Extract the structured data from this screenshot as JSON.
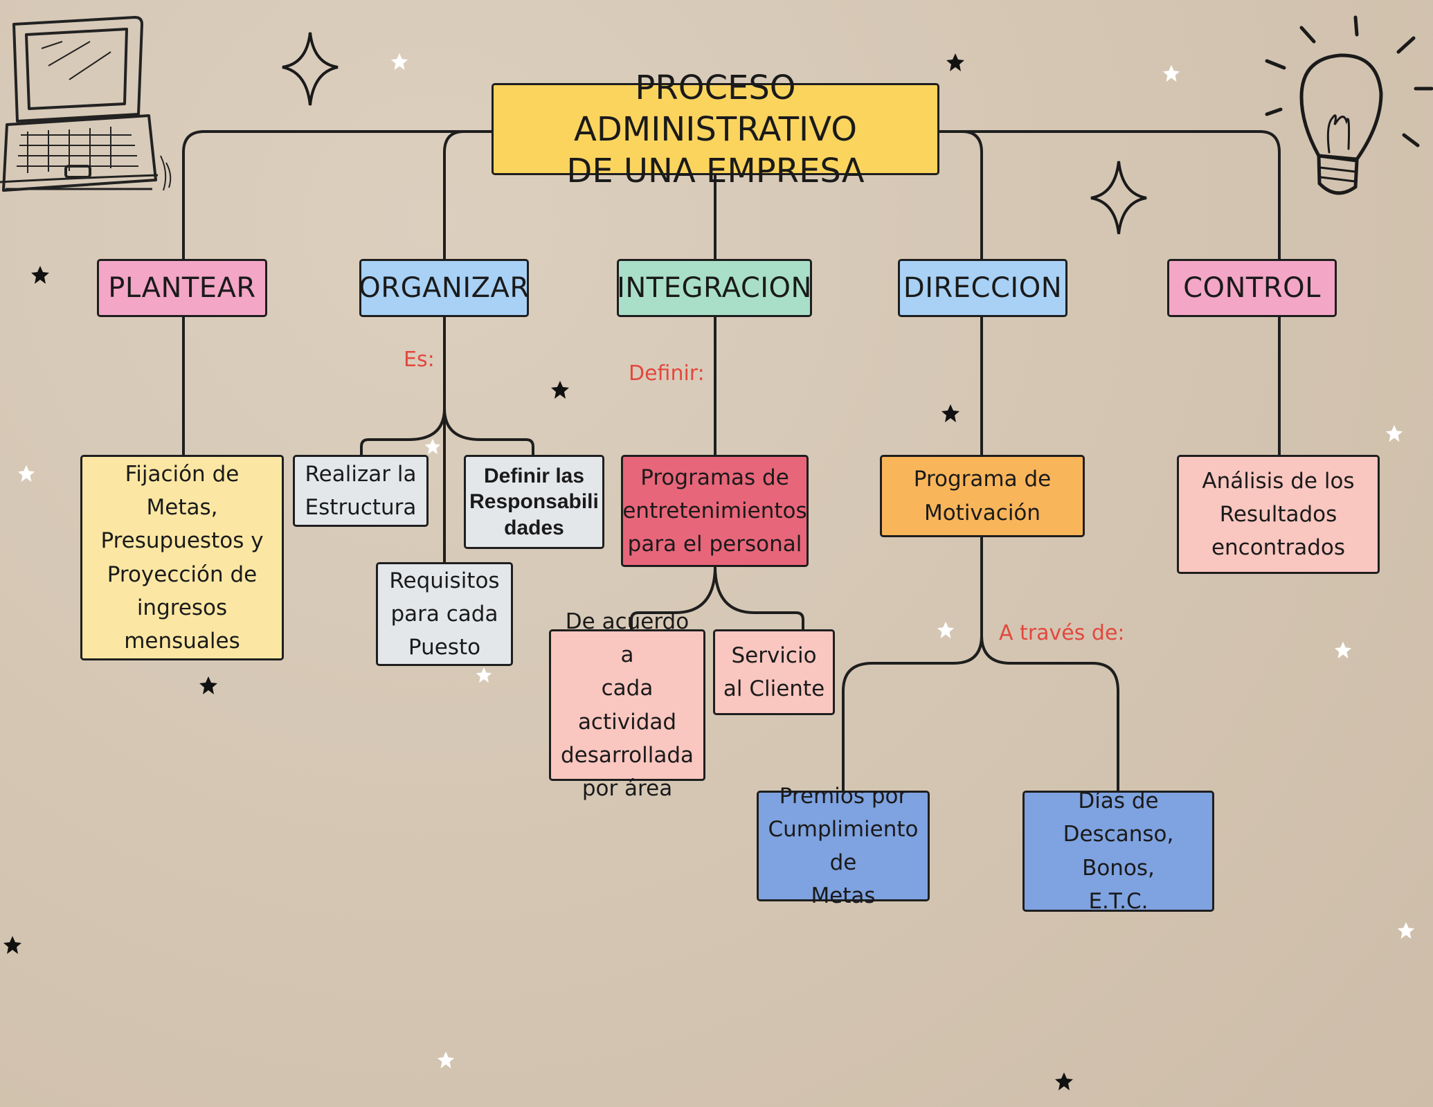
{
  "title": "PROCESO ADMINISTRATIVO\nDE UNA EMPRESA",
  "categories": [
    {
      "label": "PLANTEAR",
      "color": "#f3a6c6"
    },
    {
      "label": "ORGANIZAR",
      "color": "#a8d1f5"
    },
    {
      "label": "INTEGRACION",
      "color": "#a9dfc8"
    },
    {
      "label": "DIRECCION",
      "color": "#a8d1f5"
    },
    {
      "label": "CONTROL",
      "color": "#f3a6c6"
    }
  ],
  "connector_labels": {
    "organizar": "Es:",
    "integracion": "Definir:",
    "direccion": "A través de:"
  },
  "plantear": {
    "detail": "Fijación de\nMetas,\nPresupuestos y\nProyección de\ningresos\nmensuales"
  },
  "organizar": {
    "estructura": "Realizar la\nEstructura",
    "responsabilidades": "Definir las\nResponsabili\ndades",
    "requisitos": "Requisitos\npara cada\nPuesto"
  },
  "integracion": {
    "programas": "Programas de\nentretenimientos\npara el personal",
    "actividad": "De acuerdo a\ncada actividad\ndesarrollada\npor área",
    "servicio": "Servicio\nal Cliente"
  },
  "direccion": {
    "motivacion": "Programa de\nMotivación",
    "premios": "Premios por\nCumplimiento de\nMetas",
    "descanso": "Días de\nDescanso, Bonos,\nE.T.C."
  },
  "control": {
    "analisis": "Análisis de los\nResultados\nencontrados"
  },
  "colors": {
    "title_fill": "#fbd45e",
    "plantear_detail": "#fbe7a3",
    "organizar_detail": "#e4e7ea",
    "integracion_main": "#e8667a",
    "integracion_sub": "#f9c6c0",
    "direccion_main": "#f9b55a",
    "direccion_sub": "#7fa2e0",
    "control_detail": "#f9c6c0",
    "connector_label": "#e2483d",
    "line": "#1e1e1e"
  },
  "decorations": [
    "laptop-icon",
    "lightbulb-icon",
    "sparkle-icon",
    "star-icon"
  ]
}
